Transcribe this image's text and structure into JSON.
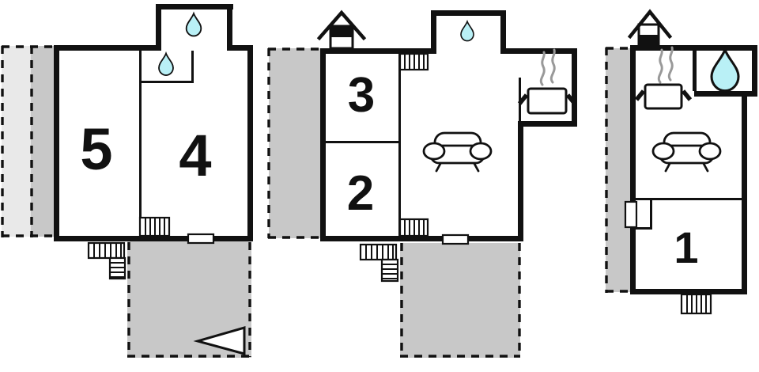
{
  "page": {
    "title": "Holiday home floor plans"
  },
  "colors": {
    "wall": "#111111",
    "terrace_gray": "#c8c8c8",
    "terrace_light": "#e9e9e9",
    "water": "#b9f0f6",
    "steam": "#999999",
    "paper": "#ffffff"
  },
  "icons": [
    "water-drop-icon",
    "chimney-icon",
    "stove-icon",
    "sofa-icon",
    "stairs-icon",
    "door-icon",
    "direction-arrow-icon",
    "terrace-area"
  ],
  "plans": [
    {
      "name": "building-left",
      "rooms": [
        {
          "label": "5"
        },
        {
          "label": "4"
        }
      ],
      "features": [
        "dormer-water-drop",
        "bathroom-water-drop",
        "indoor-stairs",
        "outdoor-stairs",
        "door",
        "side-terraces",
        "bottom-terrace",
        "direction-arrow"
      ]
    },
    {
      "name": "building-middle",
      "rooms": [
        {
          "label": "3"
        },
        {
          "label": "2"
        }
      ],
      "features": [
        "chimney",
        "dormer-water-drop",
        "stove",
        "sofa",
        "indoor-stairs-top",
        "indoor-stairs-bottom",
        "outdoor-stairs",
        "door",
        "side-terrace",
        "bottom-terrace"
      ]
    },
    {
      "name": "building-right",
      "rooms": [
        {
          "label": "1"
        }
      ],
      "features": [
        "chimney",
        "bathroom-water-drop",
        "stove",
        "sofa",
        "door",
        "outdoor-stairs",
        "side-terrace"
      ]
    }
  ]
}
